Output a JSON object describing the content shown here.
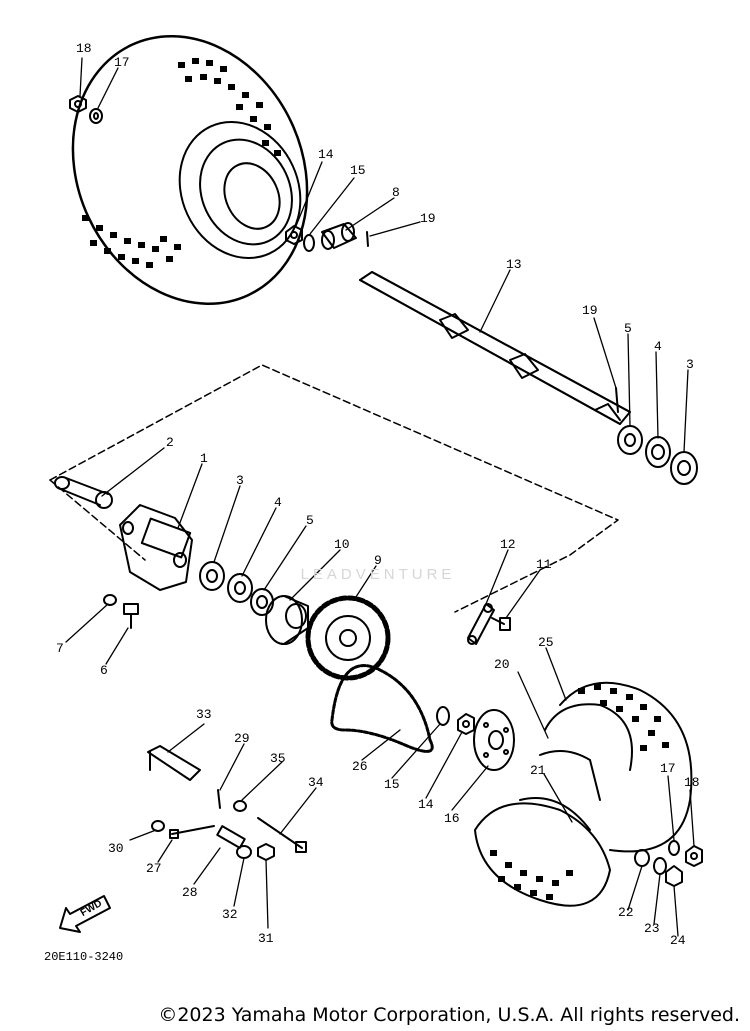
{
  "diagram": {
    "callouts": {
      "c1": "1",
      "c2": "2",
      "c3a": "3",
      "c3b": "3",
      "c4a": "4",
      "c4b": "4",
      "c5a": "5",
      "c5b": "5",
      "c6": "6",
      "c7": "7",
      "c8": "8",
      "c9": "9",
      "c10": "10",
      "c11": "11",
      "c12": "12",
      "c13": "13",
      "c14a": "14",
      "c14b": "14",
      "c15a": "15",
      "c15b": "15",
      "c16": "16",
      "c17a": "17",
      "c17b": "17",
      "c18a": "18",
      "c18b": "18",
      "c19a": "19",
      "c19b": "19",
      "c20": "20",
      "c21": "21",
      "c22": "22",
      "c23": "23",
      "c24": "24",
      "c25": "25",
      "c26": "26",
      "c27": "27",
      "c28": "28",
      "c29": "29",
      "c30": "30",
      "c31": "31",
      "c32": "32",
      "c33": "33",
      "c34": "34",
      "c35": "35"
    },
    "part_code": "20E110-3240",
    "fwd_label": "FWD",
    "watermark": "LEADVENTURE",
    "copyright": "©2023 Yamaha Motor Corporation, U.S.A. All rights reserved."
  }
}
